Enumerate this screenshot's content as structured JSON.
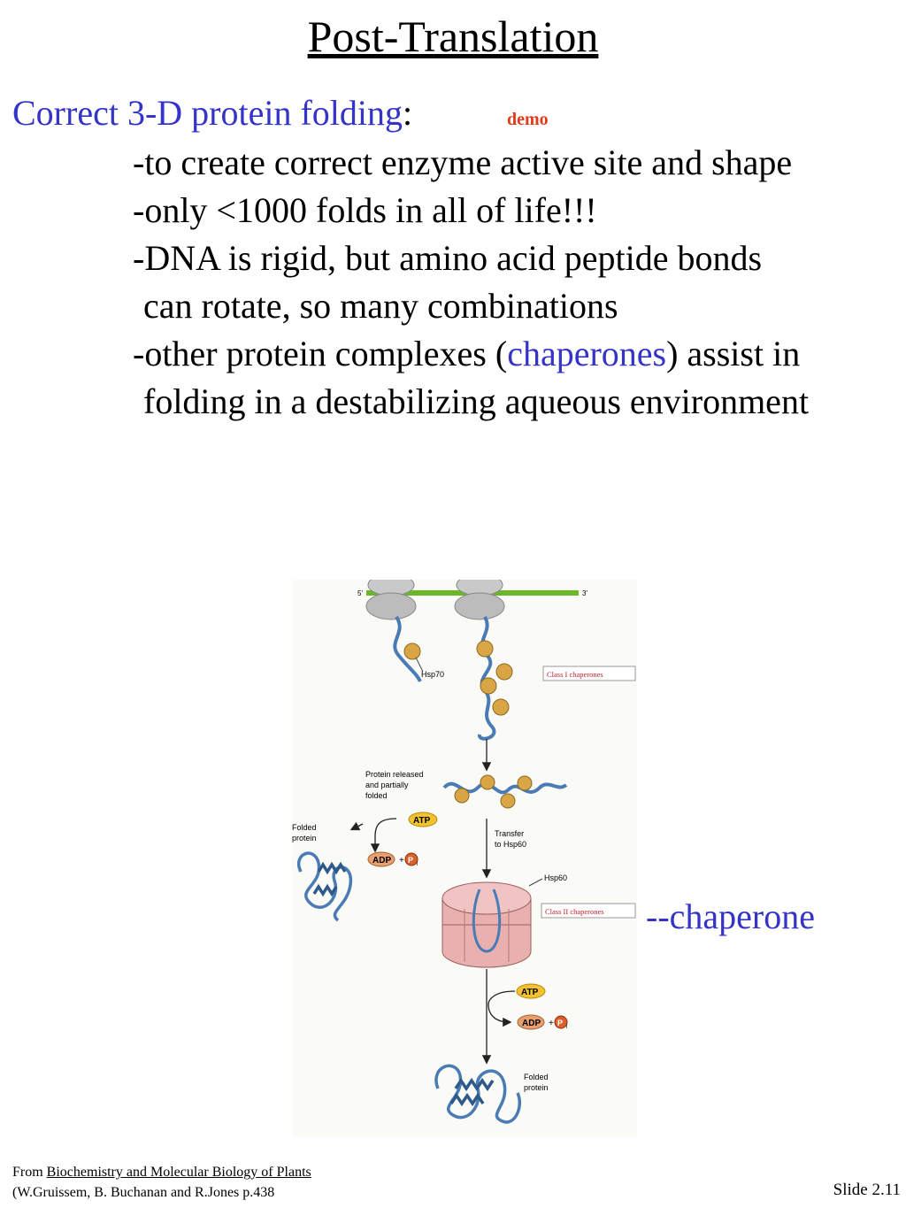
{
  "title": "Post-Translation",
  "heading": {
    "main": "Correct 3-D protein folding",
    "colon": ":",
    "demo_link": "demo"
  },
  "bullets": [
    "-to create correct enzyme active site and shape",
    "-only <1000 folds in all of life!!!",
    "-DNA is rigid, but amino acid peptide bonds",
    " can rotate, so many combinations"
  ],
  "bullet5": {
    "before": "-other protein complexes (",
    "highlight": "chaperones",
    "after": ") assist in"
  },
  "bullet6": " folding in a destabilizing aqueous environment",
  "figure": {
    "mrna_5": "5'",
    "mrna_3": "3'",
    "hsp70": "Hsp70",
    "class1": "Class I chaperones",
    "released_1": "Protein released",
    "released_2": "and partially",
    "released_3": "folded",
    "atp": "ATP",
    "adp": "ADP",
    "plus": "+",
    "pi": "P",
    "pi_sub": "i",
    "folded_left_1": "Folded",
    "folded_left_2": "protein",
    "transfer_1": "Transfer",
    "transfer_2": "to Hsp60",
    "hsp60": "Hsp60",
    "class2": "Class II chaperones",
    "folded_bottom_1": "Folded",
    "folded_bottom_2": "protein"
  },
  "chaperone_label": "--chaperone",
  "citation": {
    "from": "From ",
    "book": "Biochemistry and Molecular Biology of Plants",
    "authors": "(W.Gruissem, B. Buchanan and R.Jones  p.438"
  },
  "slide_number": "Slide 2.11",
  "colors": {
    "heading_blue": "#3434c8",
    "demo_red": "#e23b1a",
    "mrna_green": "#6ab82a",
    "chain_blue": "#4a7bb5",
    "chaperone_tan": "#d9a545",
    "hsp60_pink": "#e8b0ae"
  }
}
